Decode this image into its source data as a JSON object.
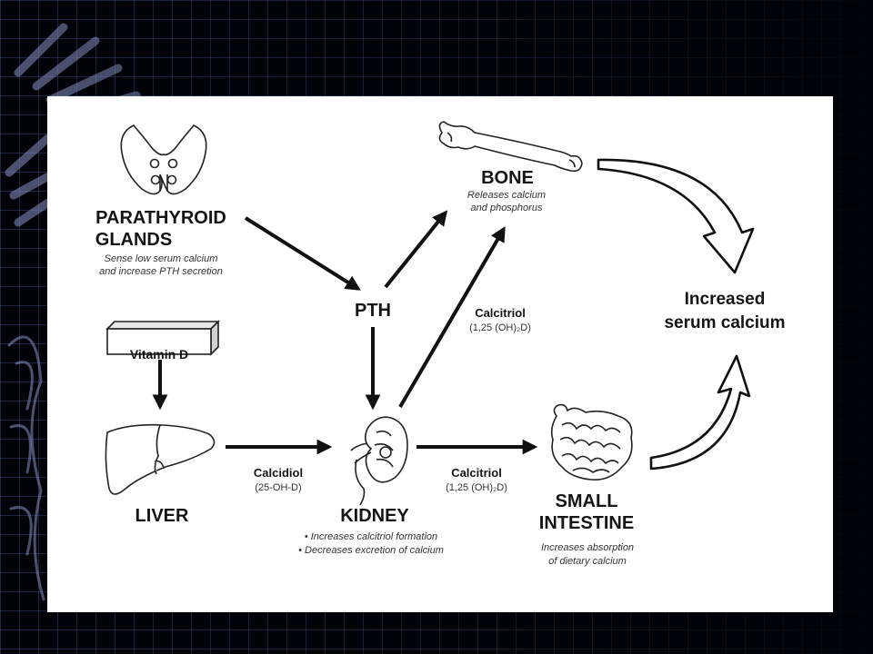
{
  "diagram": {
    "nodes": {
      "parathyroid": {
        "title_line1": "PARATHYROID",
        "title_line2": "GLANDS",
        "desc_line1": "Sense low serum calcium",
        "desc_line2": "and  increase PTH secretion"
      },
      "bone": {
        "title": "BONE",
        "desc_line1": "Releases calcium",
        "desc_line2": "and phosphorus"
      },
      "pth": {
        "title": "PTH"
      },
      "vitamin_d": {
        "title": "Vitamin D"
      },
      "liver": {
        "title": "LIVER"
      },
      "kidney": {
        "title": "KIDNEY",
        "bullet1": "• Increases calcitriol formation",
        "bullet2": "• Decreases excretion of calcium"
      },
      "small_intestine": {
        "title_line1": "SMALL",
        "title_line2": "INTESTINE",
        "desc_line1": "Increases absorption",
        "desc_line2": "of dietary calcium"
      },
      "result": {
        "line1": "Increased",
        "line2": "serum calcium"
      }
    },
    "edges": {
      "kidney_to_bone": {
        "label": "Calcitriol",
        "sub": "(1,25 (OH)₂D)"
      },
      "liver_to_kidney": {
        "label": "Calcidiol",
        "sub": "(25-OH-D)"
      },
      "kidney_to_intestine": {
        "label": "Calcitriol",
        "sub": "(1,25 (OH)₂D)"
      }
    }
  }
}
